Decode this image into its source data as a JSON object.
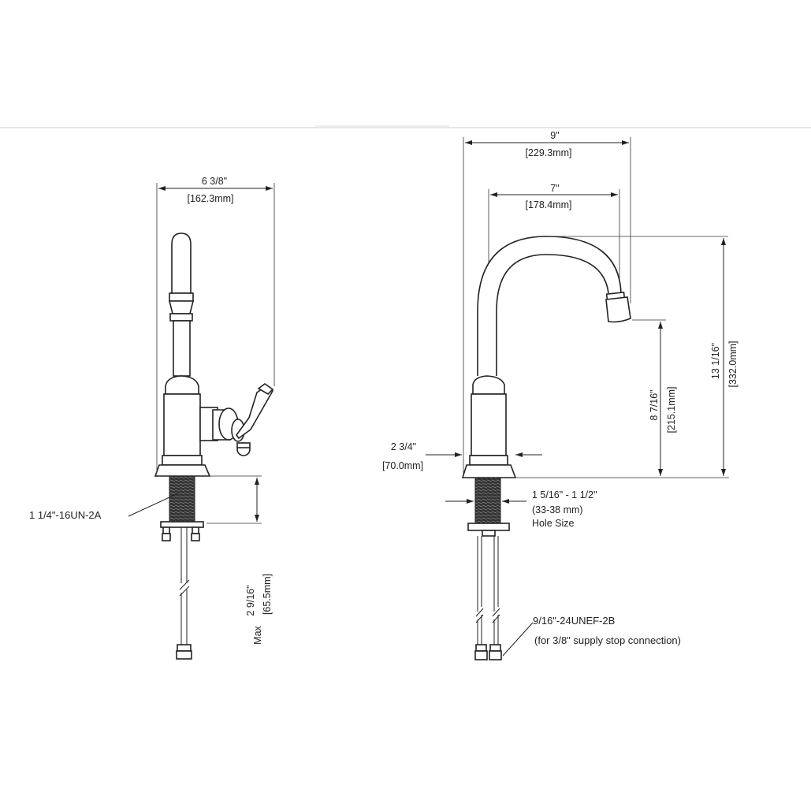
{
  "side_view": {
    "width_in": "6 3/8\"",
    "width_mm": "[162.3mm]",
    "thread": "1 1/4\"-16UN-2A",
    "depth_in": "2 9/16\"",
    "depth_mm": "[65.5mm]",
    "depth_qualifier": "Max"
  },
  "front_view": {
    "reach_in": "9\"",
    "reach_mm": "[229.3mm]",
    "spout_in": "7\"",
    "spout_mm": "[178.4mm]",
    "base_in": "2 3/4\"",
    "base_mm": "[70.0mm]",
    "hole_size": "1 5/16\" - 1 1/2\"",
    "hole_mm": "(33-38 mm)",
    "hole_label": "Hole Size",
    "height_in": "13 1/16\"",
    "height_mm": "[332.0mm]",
    "spout_height_in": "8 7/16\"",
    "spout_height_mm": "[215.1mm]",
    "supply_thread": "9/16\"-24UNEF-2B",
    "supply_note": "(for 3/8\" supply stop connection)"
  }
}
